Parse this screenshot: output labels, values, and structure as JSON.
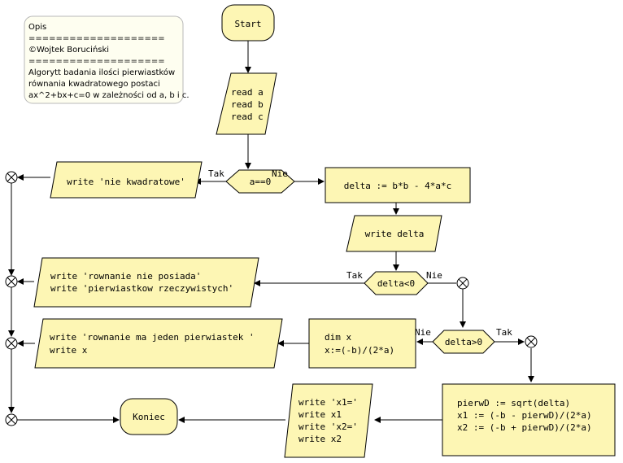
{
  "note": {
    "lines": [
      "Opis",
      "====================",
      "©Wojtek Boruciński",
      "====================",
      "Algorytt badania ilości pierwiastków",
      "równania kwadratowego postaci",
      "ax^2+bx+c=0 w zależności od a, b i c."
    ]
  },
  "nodes": {
    "start": "Start",
    "read": [
      "read a",
      "read b",
      "read c"
    ],
    "cond_a": "a==0",
    "write_nie_kwadratowe": "write 'nie kwadratowe'",
    "delta_assign": "delta := b*b - 4*a*c",
    "write_delta": "write delta",
    "cond_delta_lt": "delta<0",
    "write_brak": [
      "write 'rownanie nie posiada'",
      "write 'pierwiastkow rzeczywistych'"
    ],
    "cond_delta_gt": "delta>0",
    "dim_x": [
      "dim x",
      "x:=(-b)/(2*a)"
    ],
    "write_jeden": [
      "write 'rownanie ma jeden pierwiastek '",
      "write x"
    ],
    "compute_roots": [
      "pierwD := sqrt(delta)",
      "x1 := (-b - pierwD)/(2*a)",
      "x2 := (-b + pierwD)/(2*a)"
    ],
    "write_roots": [
      "write 'x1='",
      "write x1",
      "write 'x2='",
      "write x2"
    ],
    "end": "Koniec"
  },
  "labels": {
    "tak": "Tak",
    "nie": "Nie"
  }
}
